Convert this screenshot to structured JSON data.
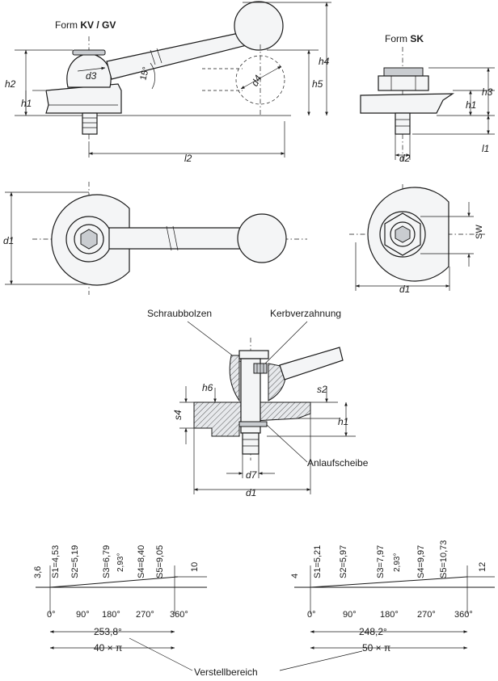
{
  "form_kv_gv": {
    "prefix": "Form ",
    "code": "KV / GV",
    "dims": {
      "h2": "h2",
      "h1": "h1",
      "d3": "d3",
      "angle": "15°",
      "d4": "d4",
      "h5": "h5",
      "h4": "h4",
      "l2": "l2",
      "d1": "d1"
    }
  },
  "form_sk": {
    "prefix": "Form ",
    "code": "SK",
    "dims": {
      "h1": "h1",
      "h3": "h3",
      "l1": "l1",
      "d2": "d2",
      "sw": "SW",
      "d1": "d1"
    }
  },
  "section": {
    "label_bolt": "Schraubbolzen",
    "label_serration": "Kerbverzahnung",
    "label_washer": "Anlaufscheibe",
    "dims": {
      "h6": "h6",
      "s2": "s2",
      "s4": "s4",
      "h1": "h1",
      "d7": "d7",
      "d1": "d1"
    }
  },
  "adjust_left": {
    "ticks": [
      "3,6",
      "S1=4,53",
      "S2=5,19",
      "S3=6,79",
      "2,93°",
      "S4=8,40",
      "S5=9,05",
      "10"
    ],
    "degrees": [
      "0°",
      "90°",
      "180°",
      "270°",
      "360°"
    ],
    "span": "253,8°",
    "perimeter": "40 × π"
  },
  "adjust_right": {
    "ticks": [
      "4",
      "S1=5,21",
      "S2=5,97",
      "S3=7,97",
      "2,93°",
      "S4=9,97",
      "S5=10,73",
      "12"
    ],
    "degrees": [
      "0°",
      "90°",
      "180°",
      "270°",
      "360°"
    ],
    "span": "248,2°",
    "perimeter": "50 × π"
  },
  "footer": {
    "label": "Verstellbereich"
  }
}
